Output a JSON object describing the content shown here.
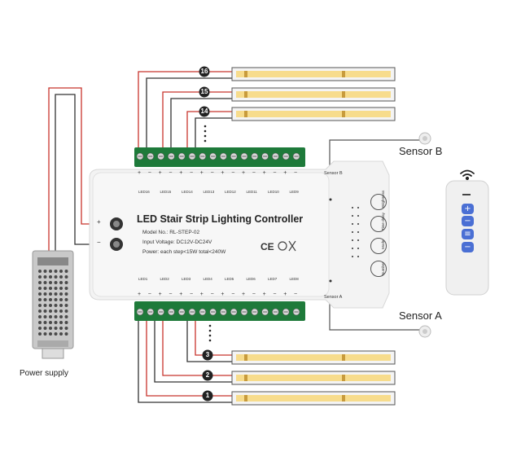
{
  "controller": {
    "title": "LED Stair Strip Lighting Controller",
    "model": "Model No.: RL-STEP-02",
    "input_voltage": "Input Voltage: DC12V-DC24V",
    "power": "Power: each step<15W   total<240W",
    "plus": "+",
    "minus": "−",
    "sensor_b_port": "Sensor B",
    "sensor_a_port": "Sensor A",
    "button_labels": [
      "Brightness",
      "Time delay",
      "Mode",
      "Number"
    ],
    "top_ports": [
      "LED16",
      "LED15",
      "LED14",
      "LED13",
      "LED12",
      "LED11",
      "LED10",
      "LED9"
    ],
    "bottom_ports": [
      "LED1",
      "LED2",
      "LED3",
      "LED4",
      "LED5",
      "LED6",
      "LED7",
      "LED8"
    ]
  },
  "labels": {
    "sensor_b": "Sensor B",
    "sensor_a": "Sensor A",
    "power_supply": "Power supply"
  },
  "steps": {
    "top": [
      "16",
      "15",
      "14"
    ],
    "bottom": [
      "3",
      "2",
      "1"
    ]
  },
  "remote": {
    "buttons": [
      "+",
      "−",
      "≡",
      "−"
    ]
  },
  "colors": {
    "led_strip": "#f7dc8c",
    "terminal_green": "#1e7a3a",
    "wire_red": "#c8342c",
    "remote_blue": "#4a6fd4"
  }
}
